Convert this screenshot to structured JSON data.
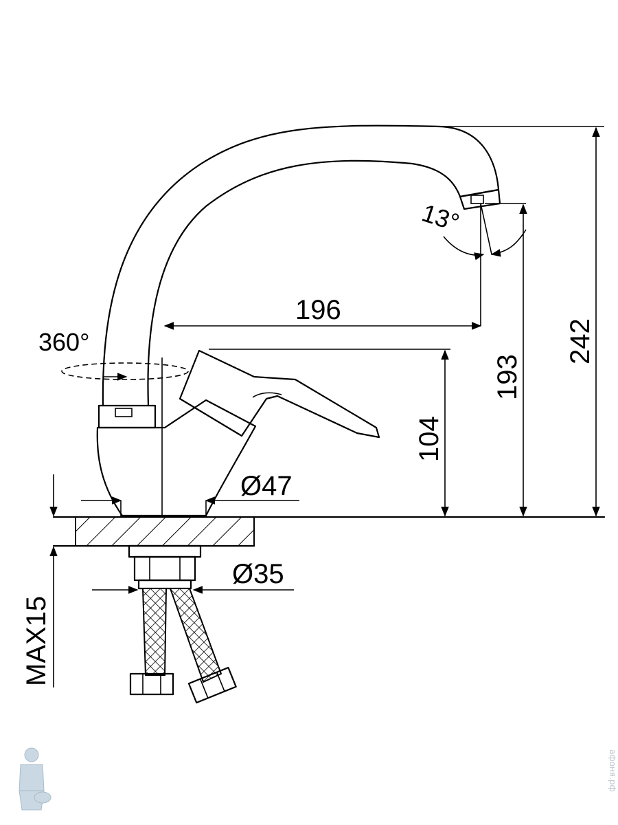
{
  "dimensions": {
    "spout_reach": "196",
    "total_height": "242",
    "spout_height": "193",
    "lever_height": "104",
    "base_diameter": "Ø47",
    "shank_diameter": "Ø35",
    "max_thickness": "MAX15",
    "swivel_angle": "360°",
    "aerator_angle": "13°"
  },
  "watermark": {
    "site": "афоня.рф",
    "mascot": "plumber-mascot-logo"
  },
  "colors": {
    "line": "#000000",
    "watermark": "#b8c4cc"
  }
}
